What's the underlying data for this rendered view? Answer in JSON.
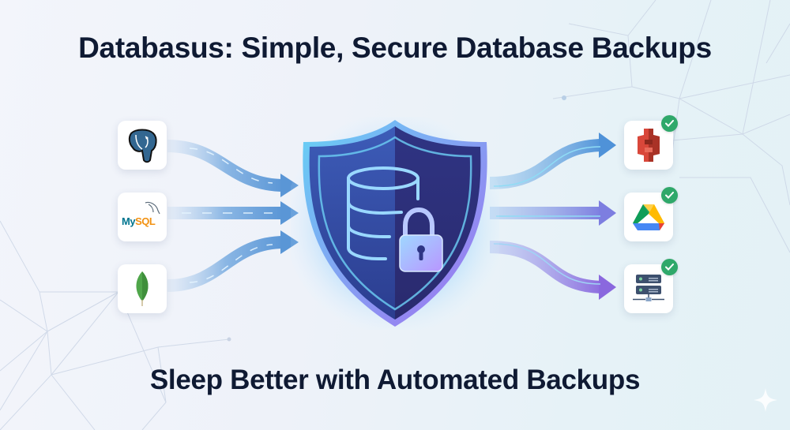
{
  "header": {
    "title": "Databasus: Simple, Secure Database Backups"
  },
  "footer": {
    "tagline": "Sleep Better with Automated Backups"
  },
  "sources": [
    {
      "name": "PostgreSQL",
      "icon": "postgresql-elephant-icon"
    },
    {
      "name": "MySQL",
      "icon": "mysql-dolphin-icon",
      "logo_text_my": "My",
      "logo_text_sql": "SQL"
    },
    {
      "name": "MongoDB",
      "icon": "mongodb-leaf-icon"
    }
  ],
  "center": {
    "name": "Databasus",
    "icon": "shield-database-lock-icon"
  },
  "destinations": [
    {
      "name": "Amazon S3",
      "icon": "aws-s3-bucket-icon",
      "status": "success",
      "badge_icon": "check-icon"
    },
    {
      "name": "Google Drive",
      "icon": "google-drive-icon",
      "status": "success",
      "badge_icon": "check-icon"
    },
    {
      "name": "Network Storage Server",
      "icon": "server-network-icon",
      "status": "success",
      "badge_icon": "check-icon"
    }
  ],
  "colors": {
    "title": "#0f1a33",
    "shield_dark": "#2a2f7a",
    "shield_glow": "#63c7f2",
    "arrow_blue": "#5a9ad8",
    "arrow_purple": "#8a6fe0",
    "badge_green": "#2fa86a",
    "s3_red": "#d9473a",
    "postgres_blue": "#336791",
    "mongo_green": "#4fa64a"
  }
}
